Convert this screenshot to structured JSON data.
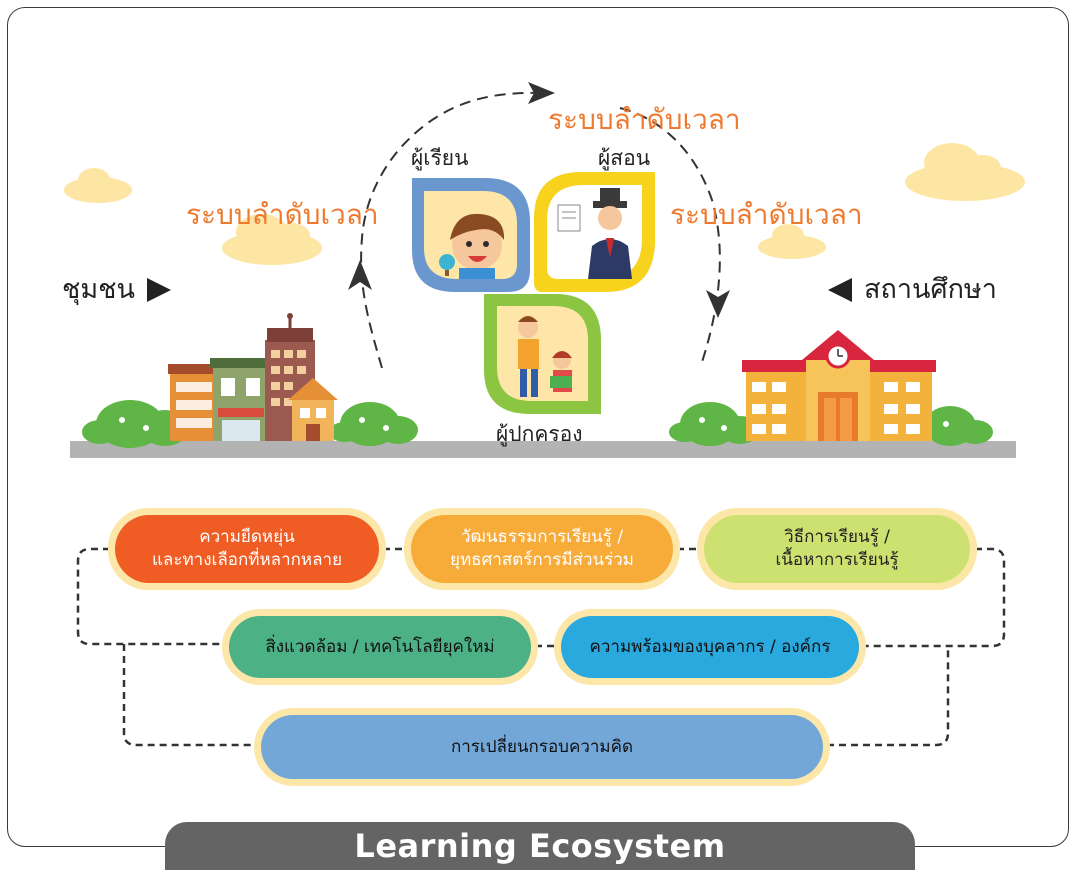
{
  "diagram": {
    "cycle_labels": {
      "top": "ระบบลำดับเวลา",
      "left": "ระบบลำดับเวลา",
      "right": "ระบบลำดับเวลา"
    },
    "roles": {
      "learner": "ผู้เรียน",
      "teacher": "ผู้สอน",
      "parent": "ผู้ปกครอง"
    },
    "sides": {
      "community": "ชุมชน",
      "school": "สถานศึกษา"
    },
    "factors": [
      {
        "lines": [
          "ความยืดหยุ่น",
          "และทางเลือกที่หลากหลาย"
        ],
        "color": "#ef5c24",
        "text_color": "#ffffff"
      },
      {
        "lines": [
          "วัฒนธรรมการเรียนรู้ /",
          "ยุทธศาสตร์การมีส่วนร่วม"
        ],
        "color": "#f7ac3a",
        "text_color": "#ffffff"
      },
      {
        "lines": [
          "วิธีการเรียนรู้ /",
          "เนื้อหาการเรียนรู้"
        ],
        "color": "#cde171",
        "text_color": "#222222"
      },
      {
        "lines": [
          "สิ่งแวดล้อม / เทคโนโลยียุคใหม่"
        ],
        "color": "#4cb185",
        "text_color": "#111111"
      },
      {
        "lines": [
          "ความพร้อมของบุคลากร / องค์กร"
        ],
        "color": "#2aa9df",
        "text_color": "#111111"
      },
      {
        "lines": [
          "การเปลี่ยนกรอบความคิด"
        ],
        "color": "#72a7d7",
        "text_color": "#111111"
      }
    ],
    "pill_border": "#fce7a8",
    "footer_title": "Learning Ecosystem"
  }
}
